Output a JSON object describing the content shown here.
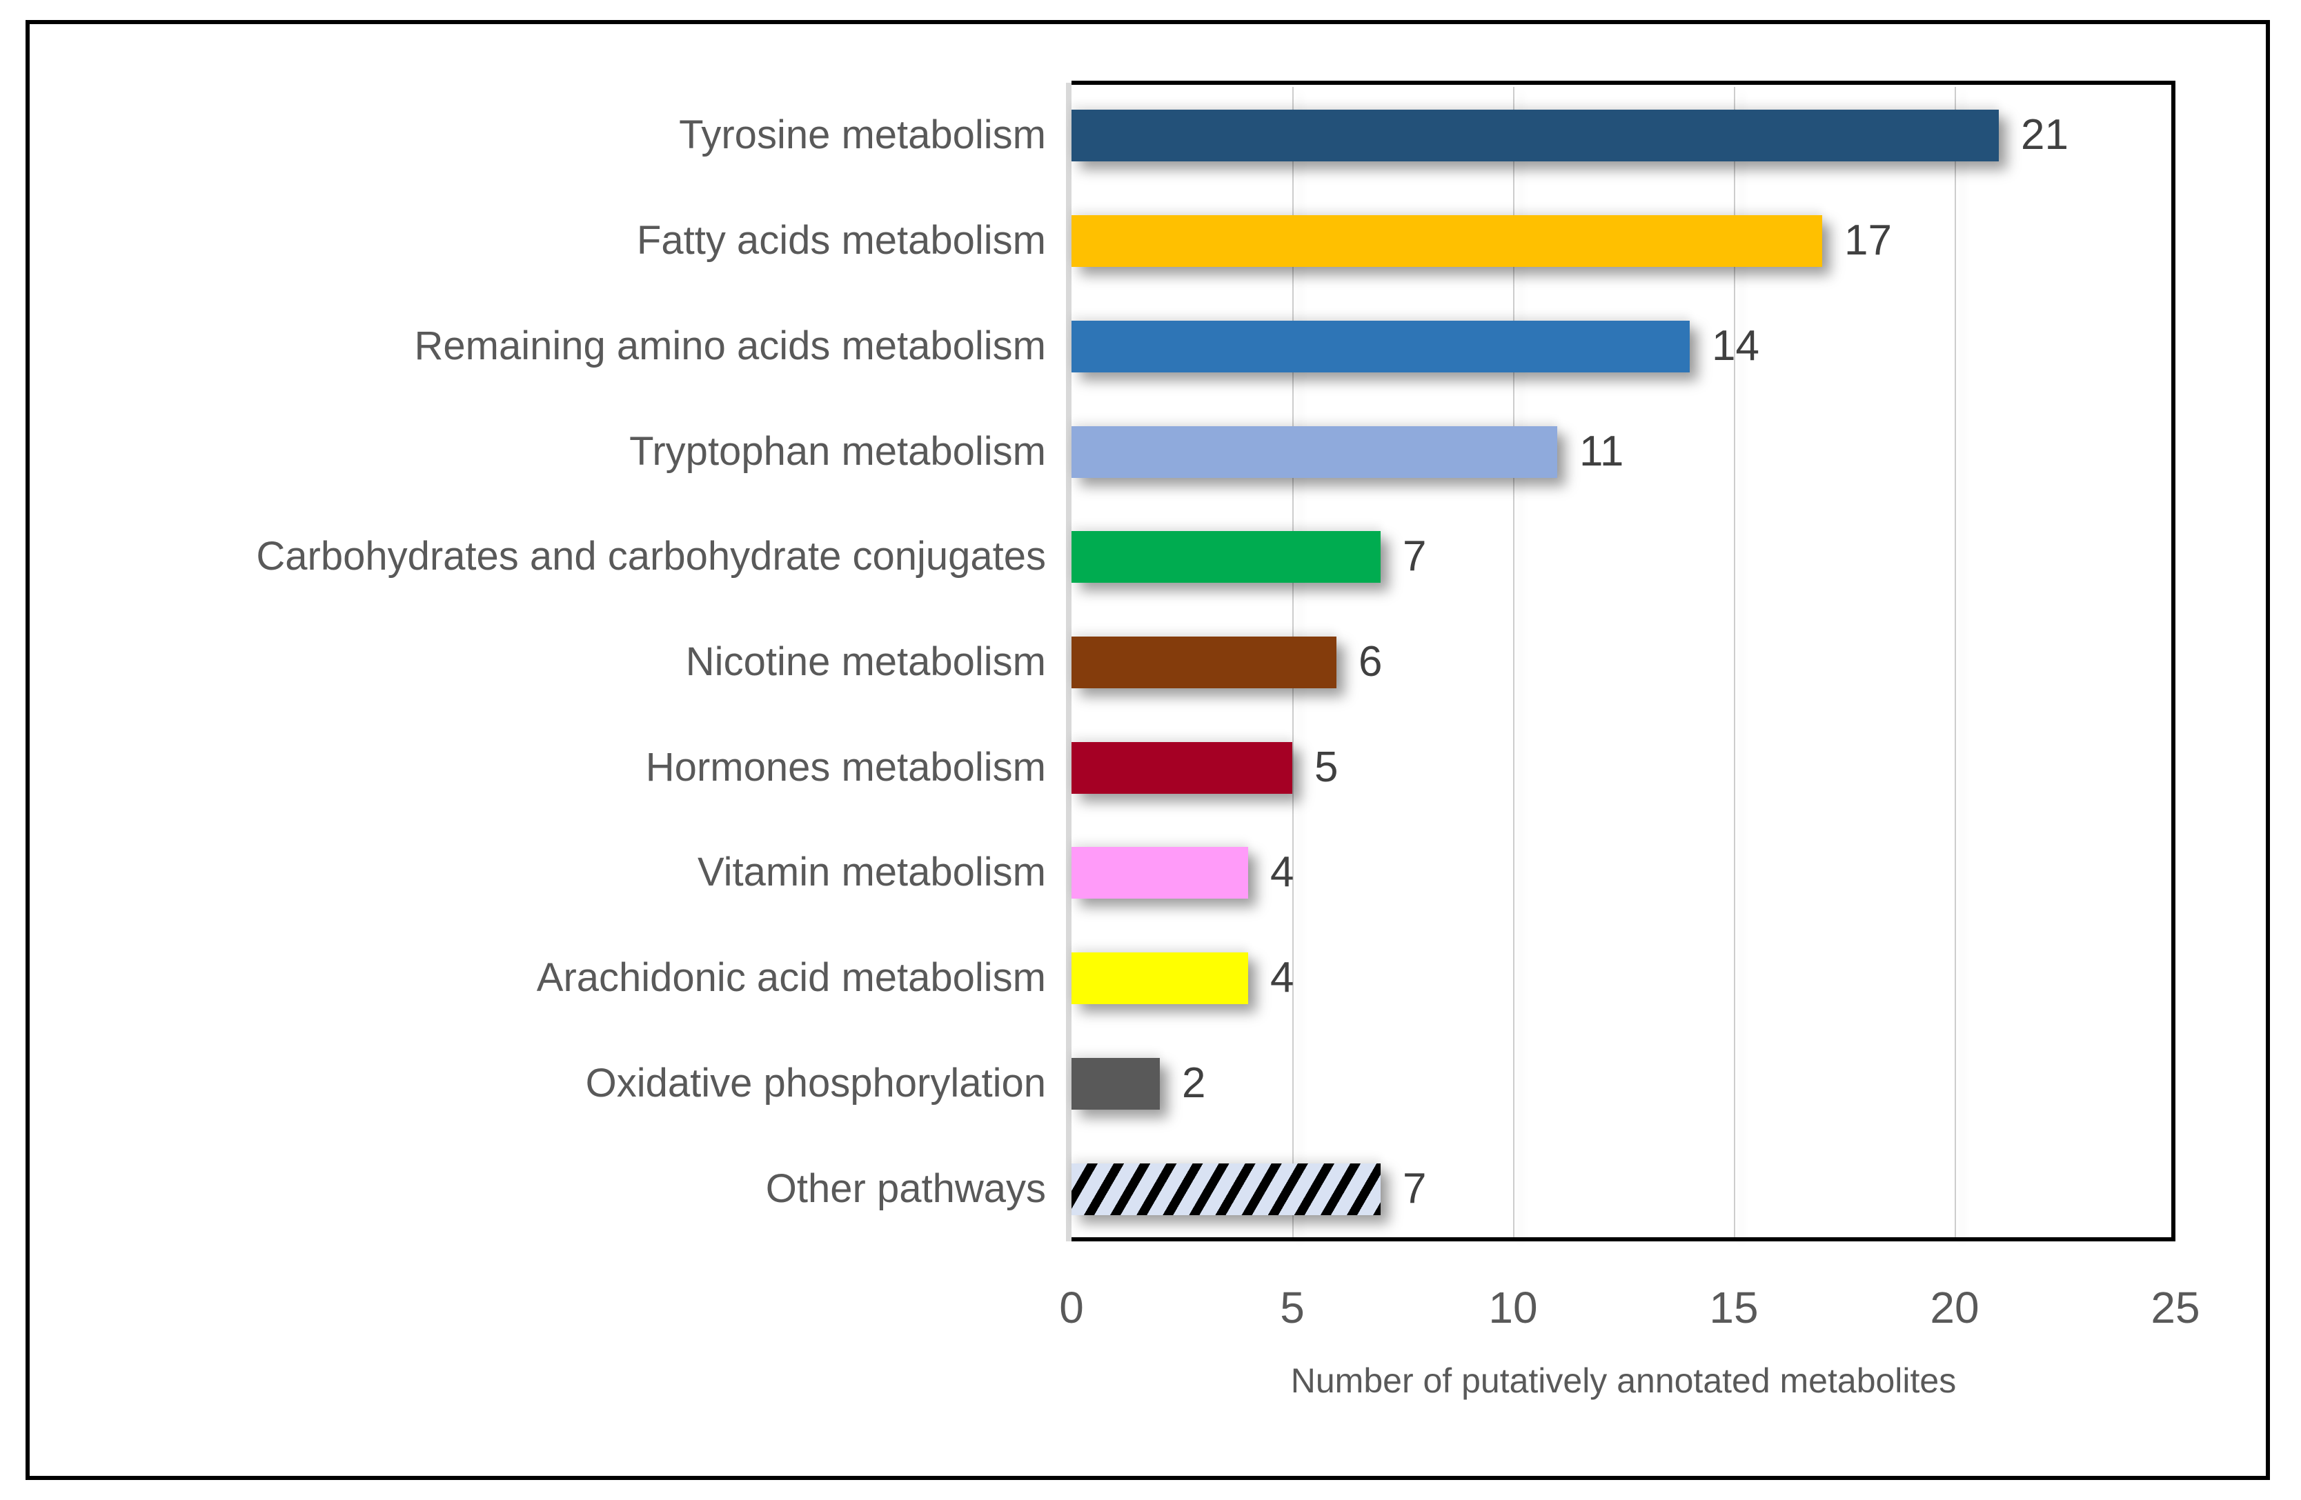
{
  "chart_data": {
    "type": "bar",
    "orientation": "horizontal",
    "title": "",
    "xlabel": "Number of putatively annotated metabolites",
    "ylabel": "",
    "xlim": [
      0,
      25
    ],
    "x_ticks": [
      0,
      5,
      10,
      15,
      20,
      25
    ],
    "grid": true,
    "legend": false,
    "categories": [
      "Tyrosine metabolism",
      "Fatty acids metabolism",
      "Remaining amino acids metabolism",
      "Tryptophan metabolism",
      "Carbohydrates and carbohydrate conjugates",
      "Nicotine metabolism",
      "Hormones metabolism",
      "Vitamin metabolism",
      "Arachidonic acid metabolism",
      "Oxidative phosphorylation",
      "Other pathways"
    ],
    "values": [
      21,
      17,
      14,
      11,
      7,
      6,
      5,
      4,
      4,
      2,
      7
    ],
    "bar_colors": [
      "#235179",
      "#FFC000",
      "#2E75B6",
      "#8FAADC",
      "#00AC50",
      "#843C0C",
      "#A50024",
      "#FF9BF9",
      "#FFFF00",
      "#595959",
      "hatch"
    ],
    "hatch": {
      "fill": "#D9E2F3",
      "stripe": "#000000",
      "style": "diagonal-up"
    },
    "colors": {
      "axis_line": "#D9D9D9",
      "gridline": "#CDCDCD",
      "plot_border": "#000000",
      "text": "#595959",
      "value_text": "#404040",
      "outer_border": "#000000",
      "background": "#FFFFFF"
    }
  }
}
